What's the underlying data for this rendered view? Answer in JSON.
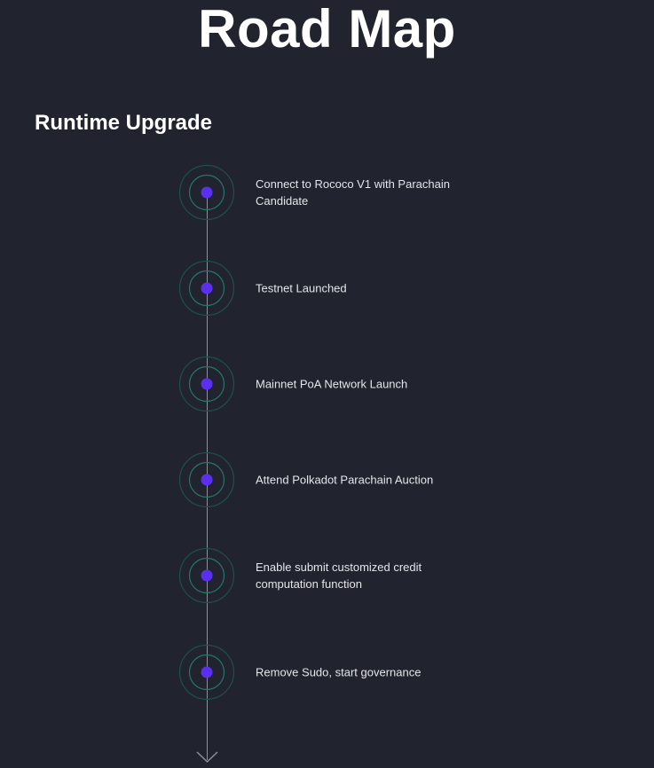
{
  "page": {
    "title": "Road Map",
    "section_title": "Runtime Upgrade"
  },
  "colors": {
    "background": "#21242e",
    "node_dot": "#5b2ff0",
    "node_ring": "#1f5e58",
    "line": "#8c8f99"
  },
  "icons": {
    "node": "radar-node-icon",
    "arrow": "chevron-down-icon"
  },
  "milestones": [
    {
      "label": "Connect to Rococo V1 with Parachain Candidate"
    },
    {
      "label": "Testnet Launched"
    },
    {
      "label": "Mainnet PoA Network Launch"
    },
    {
      "label": "Attend Polkadot Parachain Auction"
    },
    {
      "label": "Enable submit customized credit computation function"
    },
    {
      "label": "Remove Sudo, start governance"
    }
  ]
}
